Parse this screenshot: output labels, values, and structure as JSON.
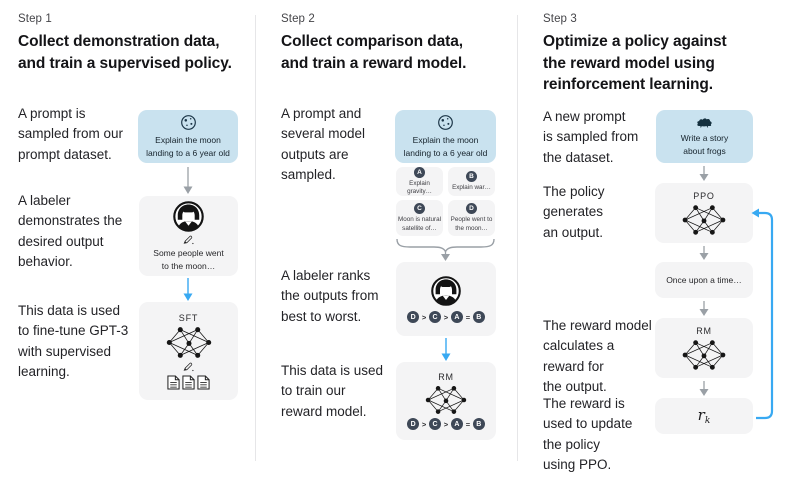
{
  "palette": {
    "prompt_box_bg": "#c9e2ef",
    "node_box_bg": "#f4f4f5",
    "arrow_gray": "#9aa0a6",
    "arrow_blue": "#38a9f2",
    "rank_circle_bg": "#3e4857",
    "divider": "#e6e6e8"
  },
  "steps": [
    {
      "label": "Step 1",
      "heading": "Collect demonstration data,\nand train a supervised policy.",
      "captions": [
        "A prompt is\nsampled from our\nprompt dataset.",
        "A labeler\ndemonstrates the\ndesired output\nbehavior.",
        "This data is used\nto fine-tune GPT-3\nwith supervised\nlearning."
      ],
      "prompt_box": {
        "icon": "moon-icon",
        "text": "Explain the moon\nlanding to a 6 year old"
      },
      "labeler_box": {
        "icon": "labeler-icon",
        "text": "Some people went\nto the moon…"
      },
      "model_box": {
        "title": "SFT"
      }
    },
    {
      "label": "Step 2",
      "heading": "Collect comparison data,\nand train a reward model.",
      "captions": [
        "A prompt and\nseveral model\noutputs are\nsampled.",
        "A labeler ranks\nthe outputs from\nbest to worst.",
        "This data is used\nto train our\nreward model."
      ],
      "prompt_box": {
        "icon": "moon-icon",
        "text": "Explain the moon\nlanding to a 6 year old"
      },
      "outputs": [
        {
          "letter": "A",
          "text": "Explain gravity…"
        },
        {
          "letter": "B",
          "text": "Explain war…"
        },
        {
          "letter": "C",
          "text": "Moon is natural\nsatellite of…"
        },
        {
          "letter": "D",
          "text": "People went to\nthe moon…"
        }
      ],
      "ranking": {
        "tokens": [
          "D",
          ">",
          "C",
          ">",
          "A",
          "=",
          "B"
        ]
      },
      "model_box": {
        "title": "RM"
      }
    },
    {
      "label": "Step 3",
      "heading": "Optimize a policy against\nthe reward model using\nreinforcement learning.",
      "captions": [
        "A new prompt\nis sampled from\nthe dataset.",
        "The policy\ngenerates\nan output.",
        "The reward model\ncalculates a\nreward for\nthe output.",
        "The reward is\nused to update\nthe policy\nusing PPO."
      ],
      "prompt_box": {
        "icon": "frog-icon",
        "text": "Write a story\nabout frogs"
      },
      "policy_box": {
        "title": "PPO"
      },
      "output_box": {
        "text": "Once upon a time…"
      },
      "reward_model_box": {
        "title": "RM"
      },
      "reward_box": {
        "base": "r",
        "sub": "k"
      }
    }
  ]
}
